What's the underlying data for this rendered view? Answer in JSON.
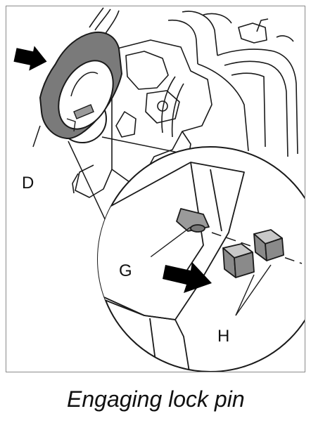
{
  "callouts": {
    "d": "D",
    "g": "G",
    "h": "H"
  },
  "caption": "Engaging lock pin",
  "colors": {
    "line": "#1a1a1a",
    "ring_fill": "#7a7a7a",
    "pin_fill": "#9a9a9a",
    "block_top": "#c8c8c8",
    "block_face": "#8a8a8a",
    "frame": "#8a8a8a"
  },
  "icons": [
    "arrow-right-down-icon",
    "arrow-right-icon"
  ]
}
